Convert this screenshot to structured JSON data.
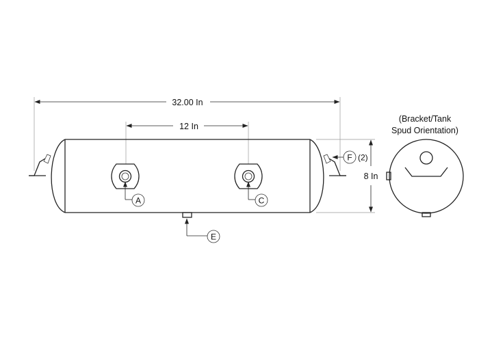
{
  "dimensions": {
    "overall_length": "32.00 In",
    "port_spacing": "12 In",
    "diameter": "8 In"
  },
  "callouts": {
    "a": "A",
    "c": "C",
    "e": "E",
    "f": "F",
    "f_qty": "(2)"
  },
  "end_view_caption": {
    "line1": "(Bracket/Tank",
    "line2": "Spud Orientation)"
  }
}
